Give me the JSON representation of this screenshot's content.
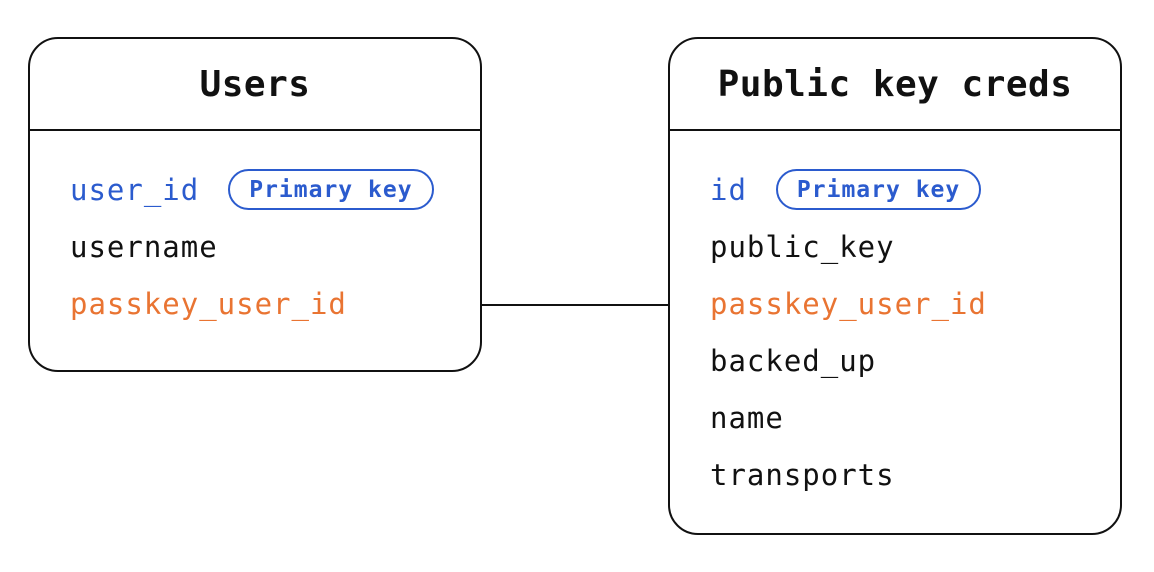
{
  "colors": {
    "primary_key_blue": "#2b5bce",
    "foreign_key_orange": "#e97432",
    "line_black": "#111111",
    "text_black": "#111111",
    "background": "#ffffff"
  },
  "tables": [
    {
      "title": "Users",
      "fields": [
        {
          "name": "user_id",
          "color_role": "primary",
          "badge": "Primary key"
        },
        {
          "name": "username",
          "color_role": "default"
        },
        {
          "name": "passkey_user_id",
          "color_role": "foreign"
        }
      ]
    },
    {
      "title": "Public key creds",
      "fields": [
        {
          "name": "id",
          "color_role": "primary",
          "badge": "Primary key"
        },
        {
          "name": "public_key",
          "color_role": "default"
        },
        {
          "name": "passkey_user_id",
          "color_role": "foreign"
        },
        {
          "name": "backed_up",
          "color_role": "default"
        },
        {
          "name": "name",
          "color_role": "default"
        },
        {
          "name": "transports",
          "color_role": "default"
        }
      ]
    }
  ],
  "relationships": [
    {
      "type": "line",
      "from": "Users.passkey_user_id",
      "to": "Public key creds.passkey_user_id"
    }
  ]
}
